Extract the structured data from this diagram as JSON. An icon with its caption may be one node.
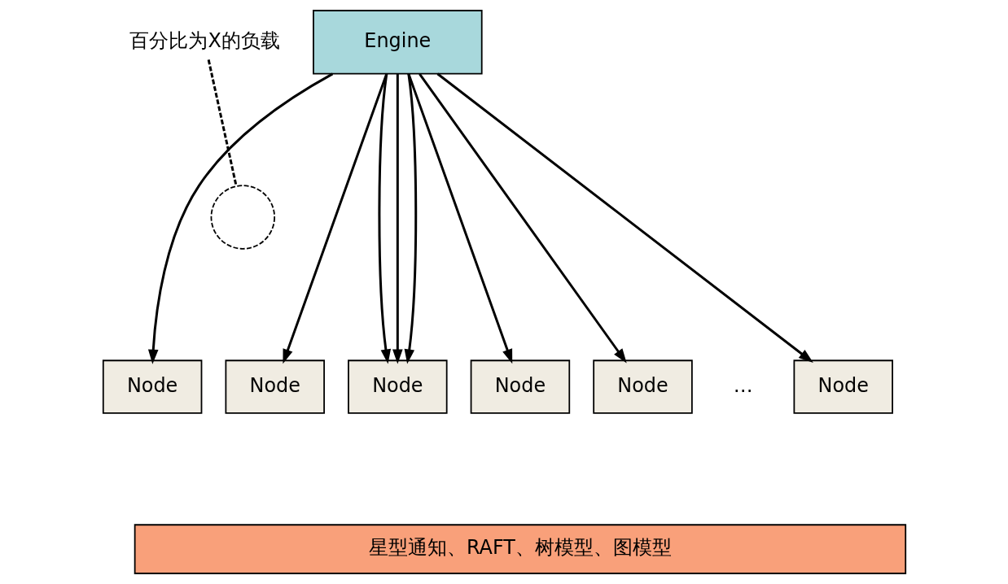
{
  "diagram": {
    "nodes": [
      {
        "text": [
          "Engine"
        ]
      },
      {
        "text": [
          "Node"
        ]
      },
      {
        "text": [
          "Node"
        ]
      },
      {
        "text": [
          "Node"
        ]
      },
      {
        "text": [
          "Node"
        ]
      },
      {
        "text": [
          "Node"
        ]
      },
      {
        "text": [
          "Node"
        ]
      },
      {
        "text": [
          "星型通知、RAFT、树模型、图模型"
        ]
      },
      {
        "text": [
          "百分比为X的负载"
        ]
      },
      {
        "text": [],
        "shape": "circle"
      }
    ],
    "edges": [
      {
        "from": 0,
        "to": 1,
        "arrow": "to"
      },
      {
        "from": 0,
        "to": 2,
        "arrow": "to"
      },
      {
        "from": 0,
        "to": 3,
        "arrow": "to"
      },
      {
        "from": 0,
        "to": 3,
        "arrow": "to"
      },
      {
        "from": 0,
        "to": 3,
        "arrow": "to"
      },
      {
        "from": 0,
        "to": 4,
        "arrow": "to"
      },
      {
        "from": 0,
        "to": 5,
        "arrow": "to"
      },
      {
        "from": 0,
        "to": 6,
        "arrow": "to"
      },
      {
        "from": 8,
        "to": 9,
        "arrow": "none",
        "style": "dashed"
      }
    ],
    "labels": [
      "…"
    ]
  }
}
